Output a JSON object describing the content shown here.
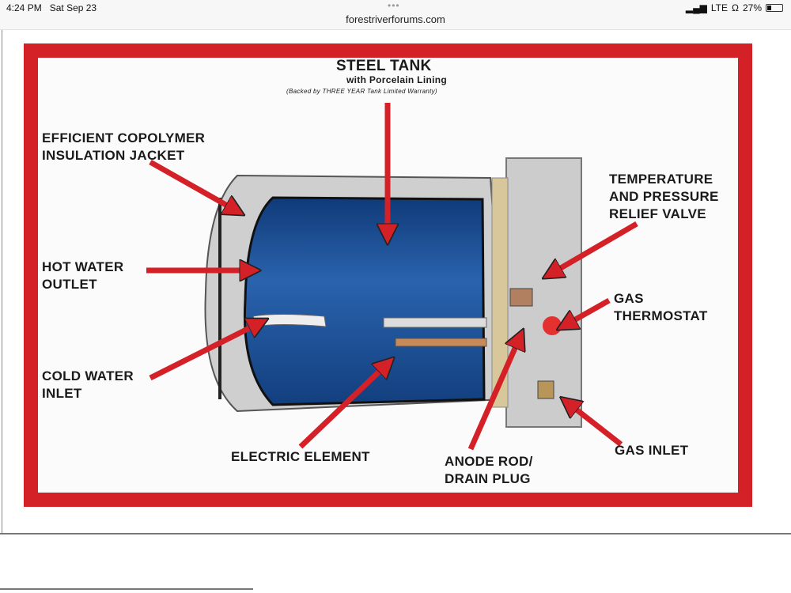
{
  "status_bar": {
    "time": "4:24 PM",
    "date": "Sat Sep 23",
    "network": "LTE",
    "battery": "27%",
    "url": "forestriverforums.com"
  },
  "diagram": {
    "title": "STEEL TANK",
    "subtitle": "with Porcelain Lining",
    "note": "(Backed by THREE YEAR Tank Limited Warranty)",
    "labels": {
      "insulation": "EFFICIENT COPOLYMER\nINSULATION JACKET",
      "hot_water": "HOT WATER\nOUTLET",
      "cold_water": "COLD WATER\nINLET",
      "electric": "ELECTRIC ELEMENT",
      "anode": "ANODE ROD/\nDRAIN PLUG",
      "tp_valve": "TEMPERATURE\nAND PRESSURE\nRELIEF VALVE",
      "thermostat": "GAS\nTHERMOSTAT",
      "gas_inlet": "GAS INLET"
    },
    "colors": {
      "frame": "#d42128",
      "tank": "#1d4f96",
      "arrow": "#d42128"
    }
  }
}
